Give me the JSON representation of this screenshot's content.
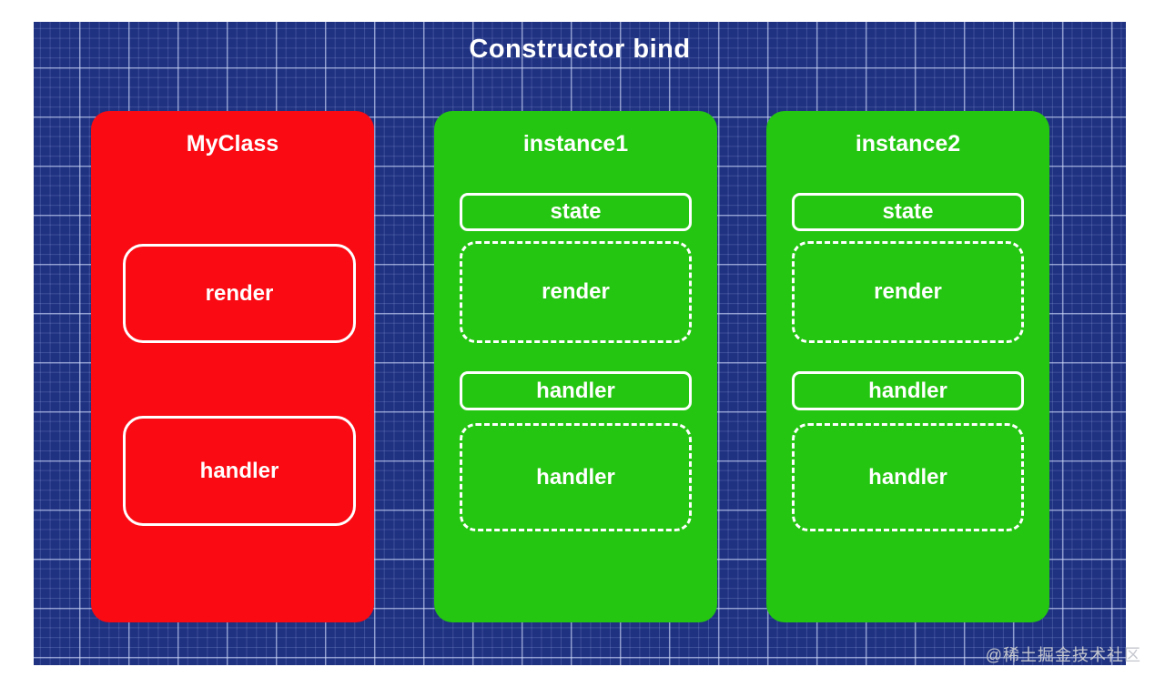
{
  "title": "Constructor bind",
  "watermark": "@稀土掘金技术社区",
  "colors": {
    "blueprint_background": "#1f3181",
    "grid_major_line": "rgba(215,226,255,0.55)",
    "grid_minor_line": "rgba(170,190,240,0.22)",
    "class_box": "#fa0a12",
    "instance_box": "#24c611",
    "text": "#ffffff"
  },
  "diagram": {
    "class_box": {
      "title": "MyClass",
      "members": [
        {
          "label": "render",
          "style": "solid-rounded"
        },
        {
          "label": "handler",
          "style": "solid-rounded"
        }
      ]
    },
    "instances": [
      {
        "title": "instance1",
        "members": [
          {
            "label": "state",
            "style": "solid"
          },
          {
            "label": "render",
            "style": "dashed"
          },
          {
            "label": "handler",
            "style": "solid"
          },
          {
            "label": "handler",
            "style": "dashed"
          }
        ]
      },
      {
        "title": "instance2",
        "members": [
          {
            "label": "state",
            "style": "solid"
          },
          {
            "label": "render",
            "style": "dashed"
          },
          {
            "label": "handler",
            "style": "solid"
          },
          {
            "label": "handler",
            "style": "dashed"
          }
        ]
      }
    ]
  }
}
